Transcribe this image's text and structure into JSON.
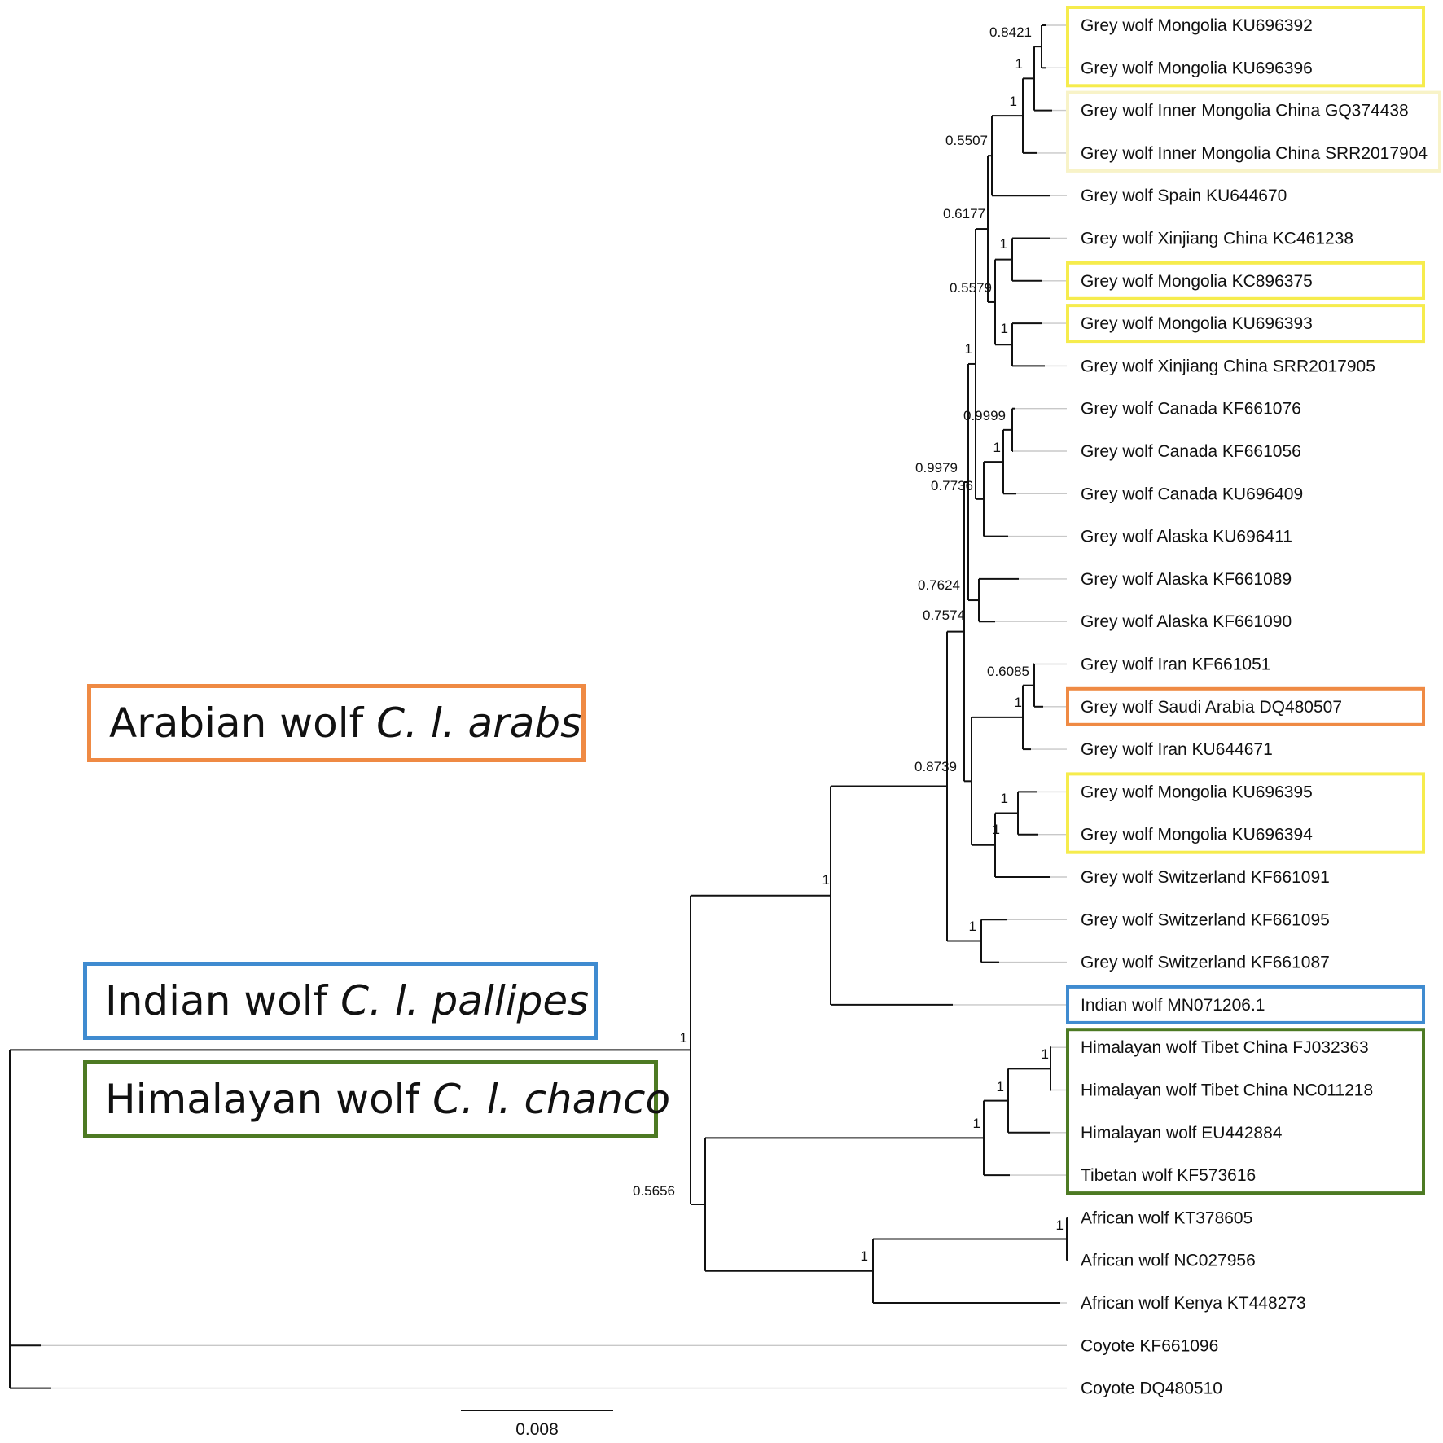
{
  "colors": {
    "grey_wolf_mongolia": "#f6ec4d",
    "grey_wolf_inner_mongolia": "#f8f3c8",
    "arabian": "#ef8a44",
    "indian": "#3f8bd0",
    "himalayan": "#4d7a23"
  },
  "legend": [
    {
      "id": "arabian",
      "prefix": "Arabian wolf ",
      "italic": "C. l. arabs",
      "color": "arabian"
    },
    {
      "id": "indian",
      "prefix": "Indian wolf ",
      "italic": "C. l. pallipes",
      "color": "indian"
    },
    {
      "id": "himalayan",
      "prefix": "Himalayan wolf ",
      "italic": "C. l. chanco",
      "color": "himalayan"
    }
  ],
  "taxa": [
    "Grey wolf Mongolia KU696392",
    "Grey wolf Mongolia KU696396",
    "Grey wolf Inner Mongolia China GQ374438",
    "Grey wolf Inner Mongolia China SRR2017904",
    "Grey wolf Spain KU644670",
    "Grey wolf Xinjiang China KC461238",
    "Grey wolf Mongolia KC896375",
    "Grey wolf Mongolia KU696393",
    "Grey wolf Xinjiang China SRR2017905",
    "Grey wolf Canada KF661076",
    "Grey wolf Canada KF661056",
    "Grey wolf Canada KU696409",
    "Grey wolf Alaska KU696411",
    "Grey wolf Alaska KF661089",
    "Grey wolf Alaska KF661090",
    "Grey wolf Iran KF661051",
    "Grey wolf Saudi Arabia DQ480507",
    "Grey wolf Iran KU644671",
    "Grey wolf Mongolia KU696395",
    "Grey wolf Mongolia KU696394",
    "Grey wolf Switzerland KF661091",
    "Grey wolf Switzerland KF661095",
    "Grey wolf Switzerland KF661087",
    "Indian wolf MN071206.1",
    "Himalayan wolf Tibet China FJ032363",
    "Himalayan wolf Tibet China NC011218",
    "Himalayan wolf EU442884",
    "Tibetan wolf KF573616",
    "African wolf KT378605",
    "African wolf NC027956",
    "African wolf Kenya KT448273",
    "Coyote KF661096",
    "Coyote DQ480510"
  ],
  "highlight_groups": [
    {
      "first": 0,
      "last": 1,
      "color": "grey_wolf_mongolia"
    },
    {
      "first": 2,
      "last": 3,
      "color": "grey_wolf_inner_mongolia"
    },
    {
      "first": 6,
      "last": 6,
      "color": "grey_wolf_mongolia"
    },
    {
      "first": 7,
      "last": 7,
      "color": "grey_wolf_mongolia"
    },
    {
      "first": 16,
      "last": 16,
      "color": "arabian"
    },
    {
      "first": 18,
      "last": 19,
      "color": "grey_wolf_mongolia"
    },
    {
      "first": 23,
      "last": 23,
      "color": "indian"
    },
    {
      "first": 24,
      "last": 27,
      "color": "himalayan"
    }
  ],
  "support_values": [
    "0.8421",
    "1",
    "1",
    "0.5507",
    "0.6177",
    "1",
    "0.5579",
    "1",
    "1",
    "0.9999",
    "1",
    "0.9979",
    "0.7736",
    "0.7624",
    "0.7574",
    "0.6085",
    "1",
    "0.8739",
    "1",
    "1",
    "1",
    "1",
    "1",
    "1",
    "1",
    "1",
    "0.5656",
    "1",
    "1"
  ],
  "scale_bar": {
    "label": "0.008",
    "length": 0.008
  }
}
